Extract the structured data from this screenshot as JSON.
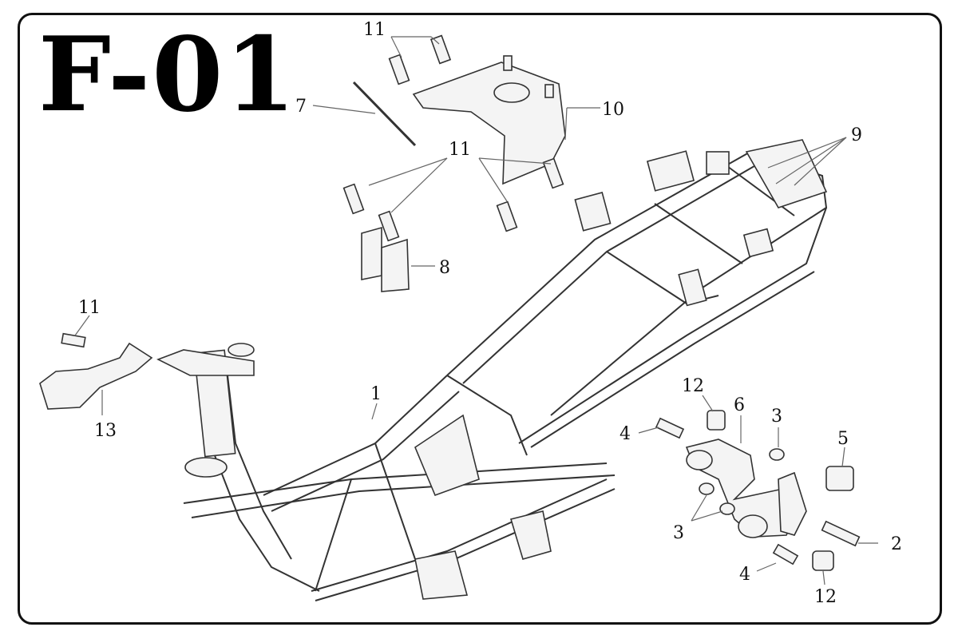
{
  "title": "F-01",
  "callouts": {
    "c1": "1",
    "c2": "2",
    "c3a": "3",
    "c3b": "3",
    "c4a": "4",
    "c4b": "4",
    "c5": "5",
    "c6": "6",
    "c7": "7",
    "c8": "8",
    "c9": "9",
    "c10": "10",
    "c11a": "11",
    "c11b": "11",
    "c11c": "11",
    "c12a": "12",
    "c12b": "12",
    "c13": "13"
  }
}
